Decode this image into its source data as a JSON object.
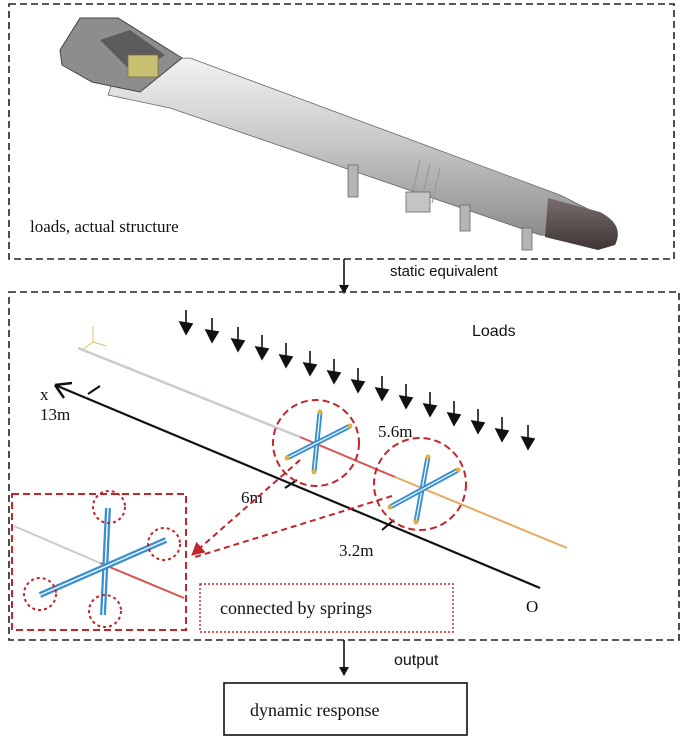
{
  "top_panel": {
    "caption": "loads, actual structure"
  },
  "arrows": {
    "static_label": "static equivalent",
    "output_label": "output"
  },
  "model_panel": {
    "loads_label": "Loads",
    "axis_x_label": "x",
    "origin_label": "O",
    "dim_13m": "13m",
    "dim_5_6m": "5.6m",
    "dim_6m": "6m",
    "dim_3_2m": "3.2m",
    "springs_label": "connected by springs"
  },
  "result_box": {
    "label": "dynamic response"
  },
  "colors": {
    "dashed_border": "#222222",
    "red_accent": "#c0262b",
    "beam_grey": "#c8ccc8",
    "beam_red": "#d9534f",
    "beam_orange": "#e8a860",
    "cross_blue": "#3a8fd0"
  }
}
